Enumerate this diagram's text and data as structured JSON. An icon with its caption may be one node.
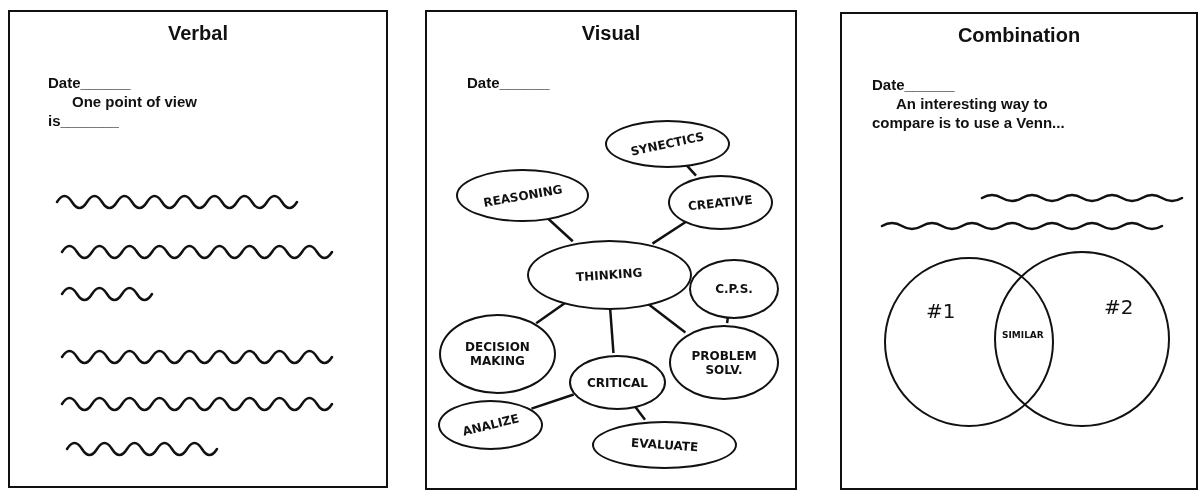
{
  "diagram": {
    "nodes": [
      {
        "text": [
          "Verbal",
          "Date______",
          "One point of view is_______"
        ]
      },
      {
        "text": [
          "Visual",
          "Date______"
        ]
      },
      {
        "text": [
          "Combination",
          "Date______",
          "An interesting way to compare is to use a Venn..."
        ]
      },
      {
        "text": [
          "THINKING"
        ],
        "in": 1
      },
      {
        "text": [
          "REASONING"
        ],
        "in": 1
      },
      {
        "text": [
          "SYNECTICS"
        ],
        "in": 1
      },
      {
        "text": [
          "CREATIVE"
        ],
        "in": 1
      },
      {
        "text": [
          "C.P.S."
        ],
        "in": 1
      },
      {
        "text": [
          "DECISION MAKING"
        ],
        "in": 1
      },
      {
        "text": [
          "PROBLEM SOLV."
        ],
        "in": 1
      },
      {
        "text": [
          "CRITICAL"
        ],
        "in": 1
      },
      {
        "text": [
          "ANALIZE"
        ],
        "in": 1
      },
      {
        "text": [
          "EVALUATE"
        ],
        "in": 1
      },
      {
        "text": [
          "#1"
        ],
        "in": 2
      },
      {
        "text": [
          "#2"
        ],
        "in": 2
      }
    ],
    "edges": [
      {
        "from": 4,
        "to": 3,
        "arrow": "none"
      },
      {
        "from": 5,
        "to": 6,
        "arrow": "none"
      },
      {
        "from": 6,
        "to": 3,
        "arrow": "none"
      },
      {
        "from": 8,
        "to": 3,
        "arrow": "none"
      },
      {
        "from": 3,
        "to": 9,
        "arrow": "none"
      },
      {
        "from": 7,
        "to": 9,
        "arrow": "none"
      },
      {
        "from": 3,
        "to": 10,
        "arrow": "none"
      },
      {
        "from": 10,
        "to": 11,
        "arrow": "none"
      },
      {
        "from": 10,
        "to": 12,
        "arrow": "none"
      }
    ],
    "labels": [
      "SIMILAR"
    ]
  }
}
